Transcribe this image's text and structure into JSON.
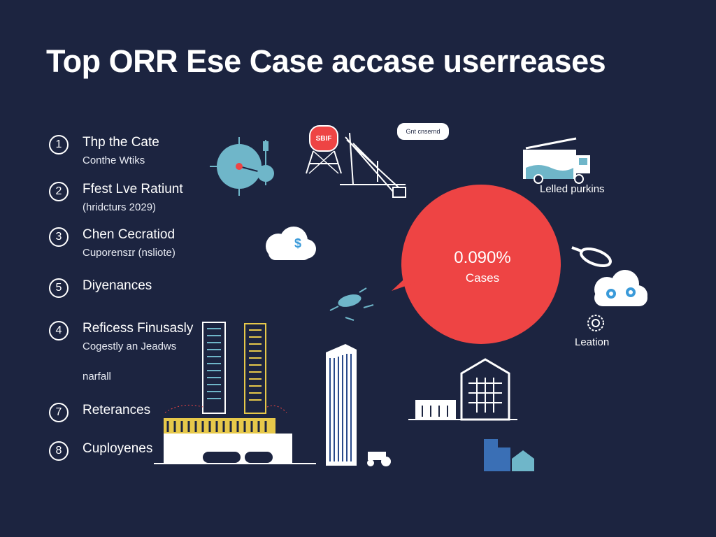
{
  "header": {
    "title": "Top ORR Ese Case accase userreases"
  },
  "list": [
    {
      "number": "1",
      "title": "Thp the Cate",
      "subtitle": "Conthe Wtiks"
    },
    {
      "number": "2",
      "title": "Ffest Lve Ratiunt",
      "subtitle": "(hridcturs 2029)"
    },
    {
      "number": "3",
      "title": "Chen Cecratiod",
      "subtitle": "Cuporensɪr (nsliote)"
    },
    {
      "number": "5",
      "title": "Diyenances",
      "subtitle": ""
    },
    {
      "number": "4",
      "title": "Reficess Finusasly",
      "subtitle": "Cogestly an Jeadws"
    },
    {
      "number": "",
      "title": "",
      "subtitle": "narfall"
    },
    {
      "number": "7",
      "title": "Reterances",
      "subtitle": ""
    },
    {
      "number": "8",
      "title": "Cuployenes",
      "subtitle": ""
    }
  ],
  "bubble": {
    "value": "0.090%",
    "label": "Cases",
    "color": "#ee4444"
  },
  "labels": {
    "truck": "Lelled purkins",
    "location": "Leation",
    "speech": "Gnt cnsernd",
    "tank": "SBIF"
  },
  "colors": {
    "background": "#1c2440",
    "accent_red": "#ee4444",
    "accent_teal": "#6fb6c9",
    "accent_yellow": "#e6c84a",
    "accent_blue": "#3a6fb5"
  },
  "icons": [
    "compass-icon",
    "water-tower-icon",
    "crane-icon",
    "speech-bubble-icon",
    "truck-icon",
    "cloud-dollar-icon",
    "key-icon",
    "cloud-gears-icon",
    "location-pin-icon",
    "drone-icon",
    "skyscraper-icon",
    "factory-icon",
    "building-icon",
    "tractor-icon"
  ]
}
